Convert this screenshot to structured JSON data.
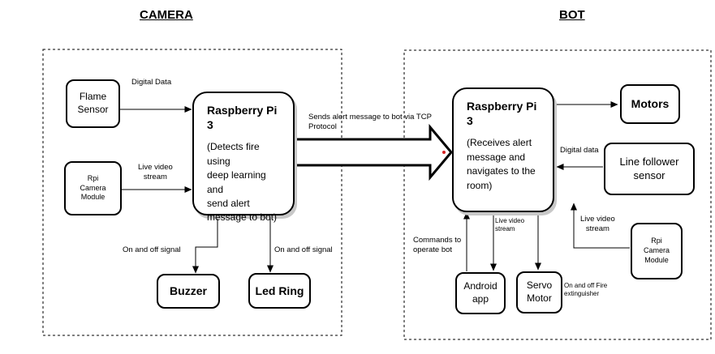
{
  "sections": {
    "camera_title": "CAMERA",
    "bot_title": "BOT"
  },
  "camera": {
    "flame_sensor": [
      "Flame",
      "Sensor"
    ],
    "rpi_camera_module": [
      "Rpi",
      "Camera",
      "Module"
    ],
    "raspberry_pi": {
      "title": "Raspberry Pi 3",
      "description": [
        "(Detects fire using",
        "deep learning and",
        "send alert",
        "message to bot)"
      ]
    },
    "buzzer": "Buzzer",
    "led_ring": "Led Ring"
  },
  "bot": {
    "raspberry_pi": {
      "title": "Raspberry Pi 3",
      "description": [
        "(Receives alert",
        "message and",
        "navigates to the",
        "room)"
      ]
    },
    "motors": "Motors",
    "line_follower_sensor": [
      "Line follower",
      "sensor"
    ],
    "rpi_camera_module": [
      "Rpi",
      "Camera",
      "Module"
    ],
    "android_app": [
      "Android",
      "app"
    ],
    "servo_motor": [
      "Servo",
      "Motor"
    ]
  },
  "labels": {
    "digital_data_camera": "Digital Data",
    "live_video_camera": [
      "Live video",
      "stream"
    ],
    "on_off_buzzer": "On and off signal",
    "on_off_led": "On and off signal",
    "sends_alert": [
      "Sends alert message to bot via TCP",
      "Protocol"
    ],
    "digital_data_bot": "Digital data",
    "live_video_bot_right": [
      "Live video",
      "stream"
    ],
    "live_video_bot_down": [
      "Live video",
      "stream"
    ],
    "commands": [
      "Commands to",
      "operate bot"
    ],
    "on_off_fire": [
      "On and off Fire",
      "extinguisher"
    ]
  }
}
